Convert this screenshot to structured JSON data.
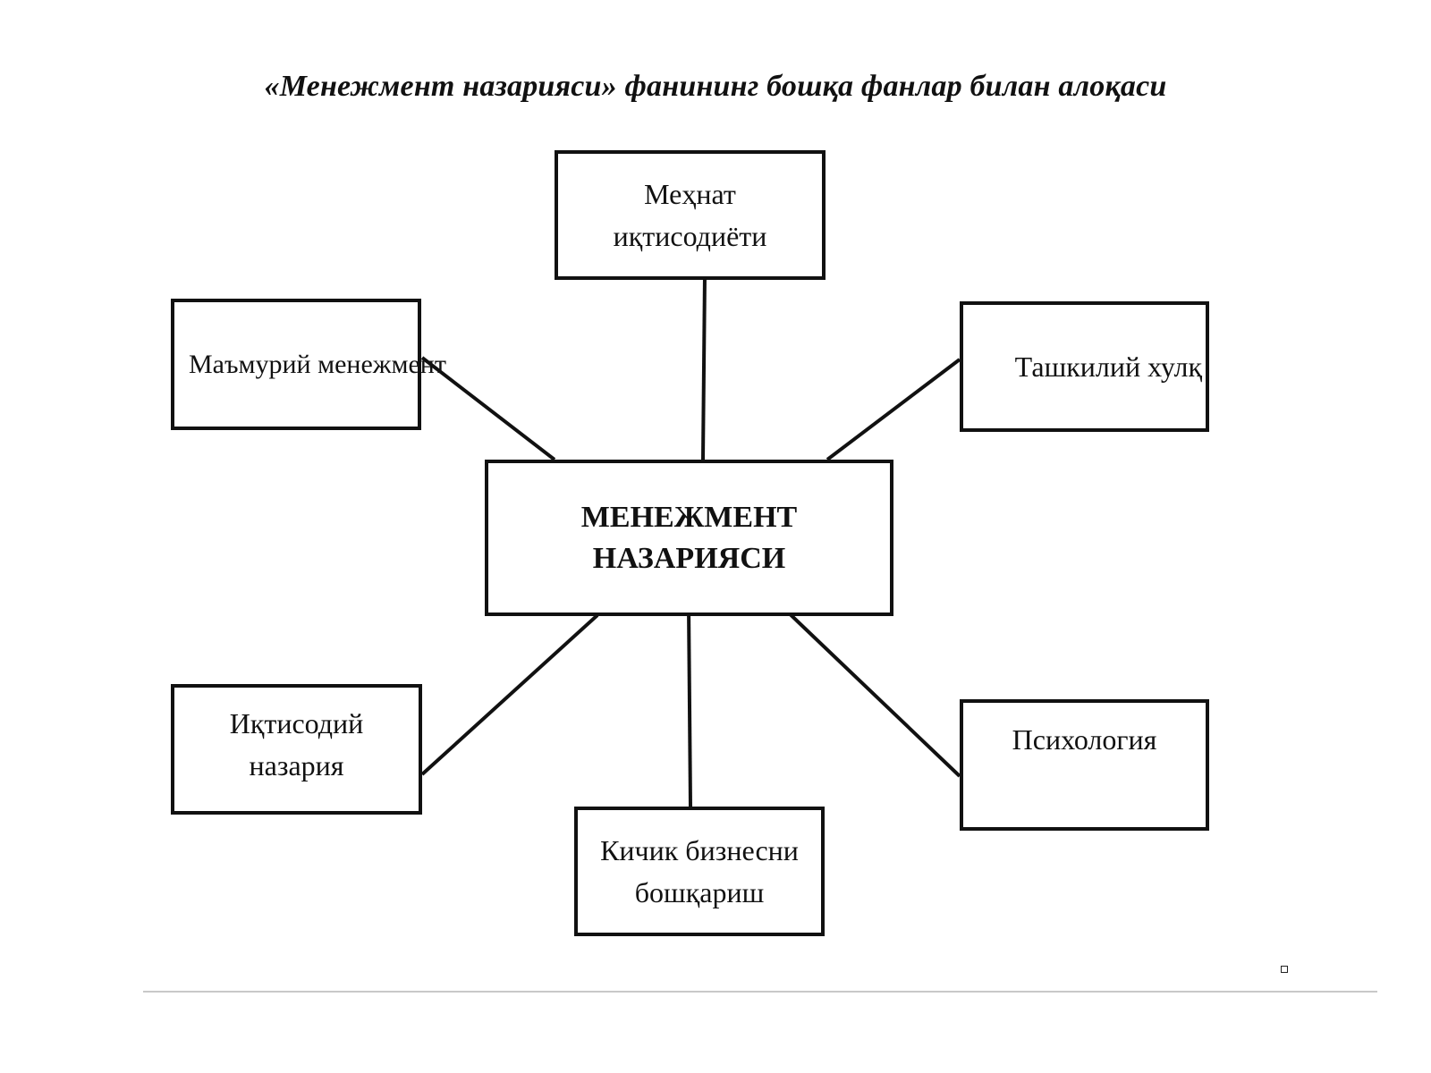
{
  "title": "«Менежмент назарияси» фанининг бошқа фанлар билан алоқаси",
  "center": {
    "label": "МЕНЕЖМЕНТ\nНАЗАРИЯСИ"
  },
  "nodes": {
    "labor_economics": {
      "label": "Меҳнат\nиқтисодиёти"
    },
    "administrative_management": {
      "label": "Маъмурий менежмент"
    },
    "organizational_behavior": {
      "label": "Ташкилий хулқ"
    },
    "economic_theory": {
      "label": "Иқтисодий\nназария"
    },
    "small_business": {
      "label": "Кичик бизнесни\nбошқариш"
    },
    "psychology": {
      "label": "Психология"
    }
  },
  "colors": {
    "line": "#111111",
    "background": "#ffffff"
  }
}
